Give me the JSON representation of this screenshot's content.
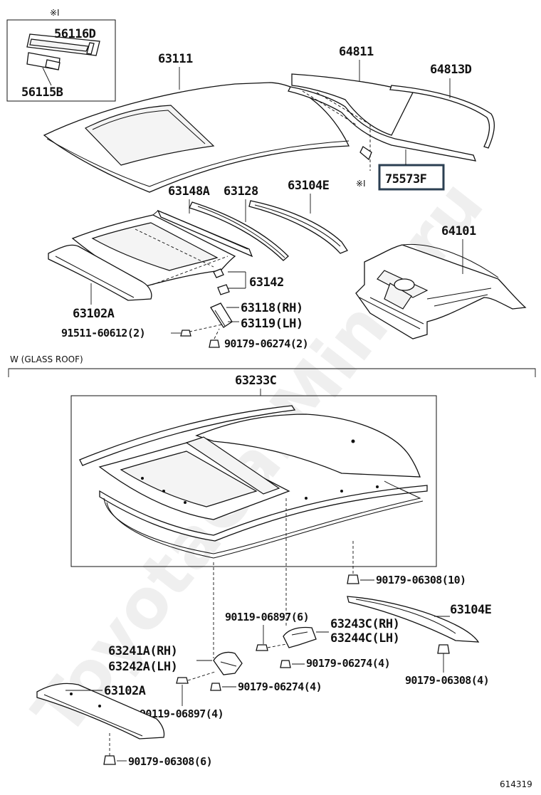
{
  "diagram_id": "614319",
  "watermark": "ToyotaCarMine.ru",
  "notes": {
    "ref_symbol": "※I",
    "glass_roof_label": "W (GLASS ROOF)"
  },
  "parts": {
    "p56116D": "56116D",
    "p56115B": "56115B",
    "p63111": "63111",
    "p64811": "64811",
    "p64813D": "64813D",
    "p75573F": "75573F",
    "p63148A": "63148A",
    "p63128": "63128",
    "p63104E_top": "63104E",
    "p64101": "64101",
    "p63142": "63142",
    "p63102A_top": "63102A",
    "p63118": "63118(RH)",
    "p63119": "63119(LH)",
    "p91511": "91511-60612(2)",
    "p90179_06274_2": "90179-06274(2)",
    "p63233C": "63233C",
    "p90179_06308_10": "90179-06308(10)",
    "p90119_06897_6": "90119-06897(6)",
    "p63243C": "63243C(RH)",
    "p63244C": "63244C(LH)",
    "p63104E_bottom": "63104E",
    "p63241A": "63241A(RH)",
    "p63242A": "63242A(LH)",
    "p90179_06274_4a": "90179-06274(4)",
    "p90179_06274_4b": "90179-06274(4)",
    "p63102A_bottom": "63102A",
    "p90119_06897_4": "90119-06897(4)",
    "p90179_06308_4": "90179-06308(4)",
    "p90179_06308_6": "90179-06308(6)"
  },
  "colors": {
    "line": "#111111",
    "highlight_box": "#2b3f52"
  }
}
